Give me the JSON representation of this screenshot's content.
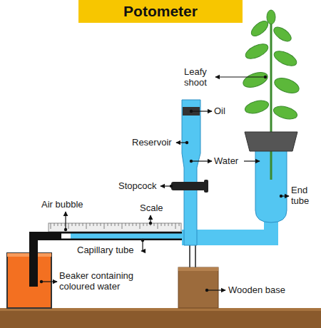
{
  "diagram": {
    "title": "Potometer",
    "labels": [
      "Leafy shoot",
      "Oil",
      "Reservoir",
      "Water",
      "Stopcock",
      "End tube",
      "Air bubble",
      "Scale",
      "Capillary tube",
      "Beaker containing coloured water",
      "Wooden base"
    ]
  }
}
